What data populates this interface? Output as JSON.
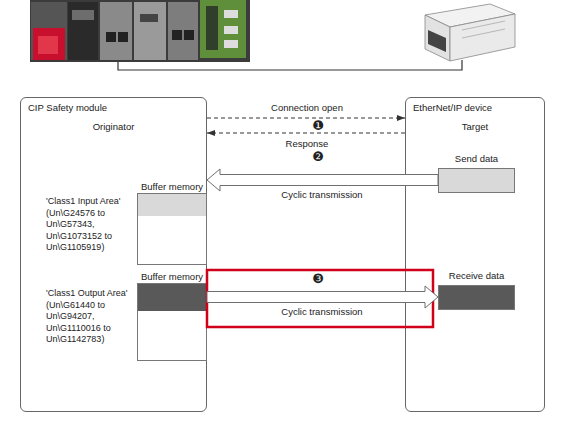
{
  "diagram": {
    "nodes": [
      {
        "text": [
          "CIP Safety module",
          "Originator"
        ]
      },
      {
        "text": [
          "Buffer memory"
        ],
        "in": 0
      },
      {
        "text": [
          "Buffer memory"
        ],
        "in": 0
      },
      {
        "text": [
          "EtherNet/IP device",
          "Target"
        ]
      },
      {
        "text": [
          "Send data"
        ],
        "in": 3
      },
      {
        "text": [
          "Receive data"
        ],
        "in": 3
      }
    ],
    "edges": [
      {
        "from": 0,
        "to": 3,
        "label": "Connection open",
        "arrow": "to"
      },
      {
        "from": 3,
        "to": 0,
        "label": "Response",
        "arrow": "to"
      },
      {
        "from": 4,
        "to": 1,
        "label": "Cyclic transmission",
        "arrow": "to"
      },
      {
        "from": 2,
        "to": 5,
        "label": "Cyclic transmission",
        "arrow": "to"
      }
    ],
    "labels": [
      "❶",
      "❷",
      "❸",
      "'Class1 Input Area' (Un\\G24576 to Un\\G57343, Un\\G1073152 to Un\\G1105919)",
      "'Class1 Output Area' (Un\\G61440 to Un\\G94207, Un\\G1110016 to Un\\G1142783)"
    ]
  }
}
